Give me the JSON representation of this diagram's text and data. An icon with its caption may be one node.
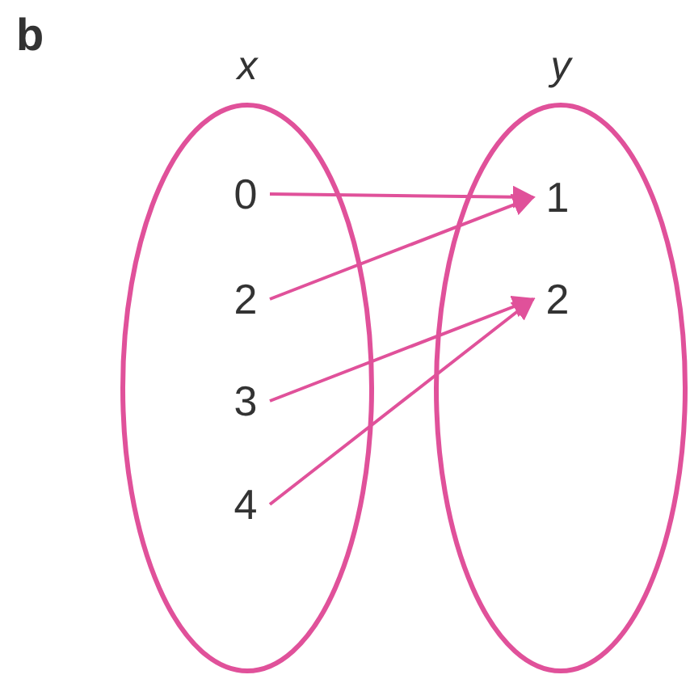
{
  "diagram": {
    "nodes": [
      {
        "text": [
          "x"
        ]
      },
      {
        "text": [
          "0"
        ],
        "in": 0
      },
      {
        "text": [
          "2"
        ],
        "in": 0
      },
      {
        "text": [
          "3"
        ],
        "in": 0
      },
      {
        "text": [
          "4"
        ],
        "in": 0
      },
      {
        "text": [
          "y"
        ]
      },
      {
        "text": [
          "1"
        ],
        "in": 5
      },
      {
        "text": [
          "2"
        ],
        "in": 5
      }
    ],
    "edges": [
      {
        "from": 1,
        "to": 6,
        "arrow": "to"
      },
      {
        "from": 2,
        "to": 6,
        "arrow": "to"
      },
      {
        "from": 3,
        "to": 7,
        "arrow": "to"
      },
      {
        "from": 4,
        "to": 7,
        "arrow": "to"
      }
    ],
    "labels": [
      "b"
    ]
  }
}
